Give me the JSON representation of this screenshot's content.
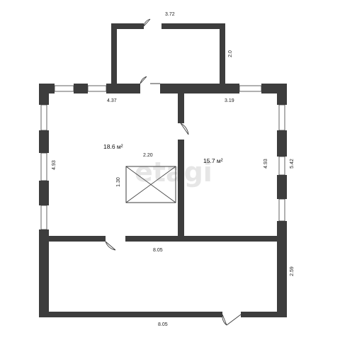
{
  "watermark": "etagi",
  "rooms": [
    {
      "id": "left-room",
      "area_value": "18.6",
      "area_unit": "м²"
    },
    {
      "id": "right-room",
      "area_value": "15.7",
      "area_unit": "м²"
    }
  ],
  "dimensions": {
    "top_annex_width": "3.72",
    "top_annex_height": "2.0",
    "left_room_width": "4.37",
    "right_room_width": "3.19",
    "left_room_height": "4.93",
    "right_room_height_inner": "4.93",
    "right_outer_height": "5.42",
    "opening_width": "2.20",
    "opening_height": "1.30",
    "bottom_inner_width": "8.05",
    "bottom_outer_width": "8.05",
    "bottom_room_height": "2.59"
  }
}
